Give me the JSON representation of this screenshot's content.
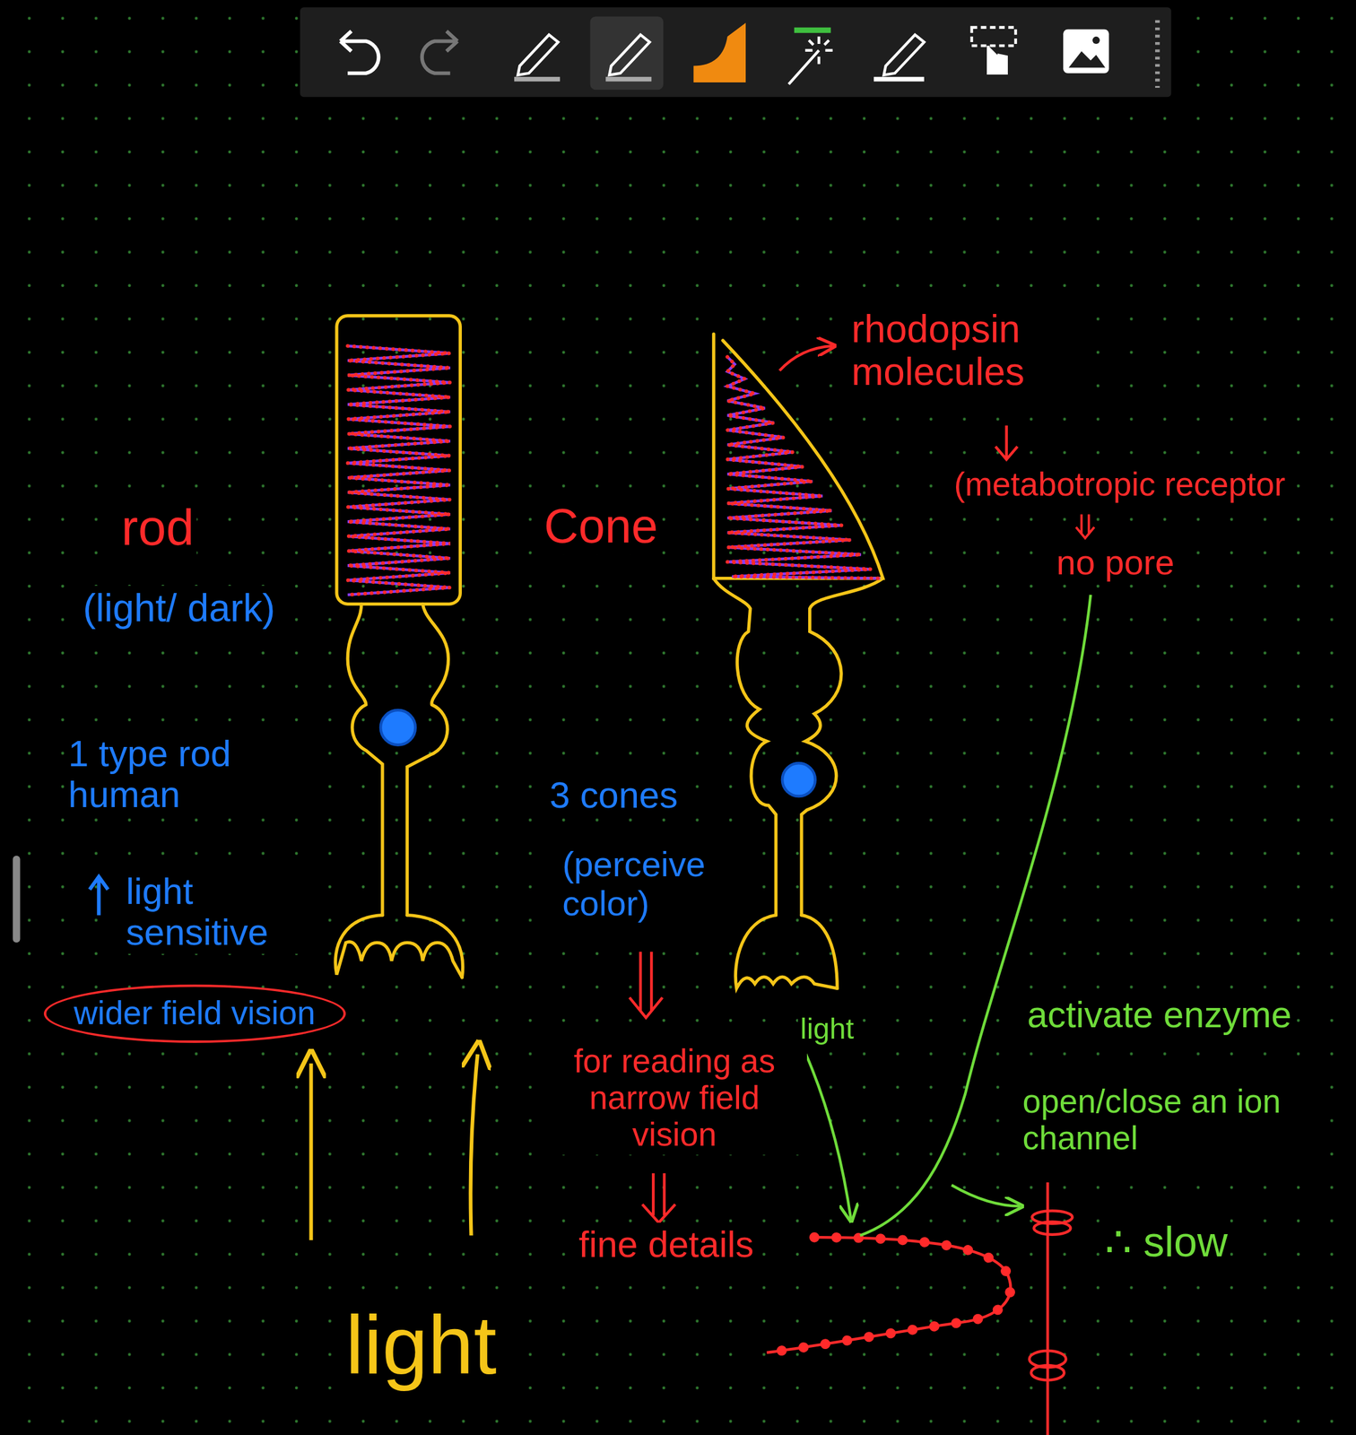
{
  "diagram": {
    "nodes": [
      {
        "text": [
          "wider field vision"
        ]
      }
    ],
    "labels": [
      "rod",
      "(light/ dark)",
      "1 type rod human",
      "light sensitive",
      "Cone",
      "3 cones",
      "(perceive color)",
      "for reading as narrow field vision",
      "fine details",
      "rhodopsin molecules",
      "(metabotropic receptor",
      "no pore",
      "light",
      "activate enzyme",
      "open/close an ion channel",
      "∴ slow",
      "light"
    ]
  }
}
